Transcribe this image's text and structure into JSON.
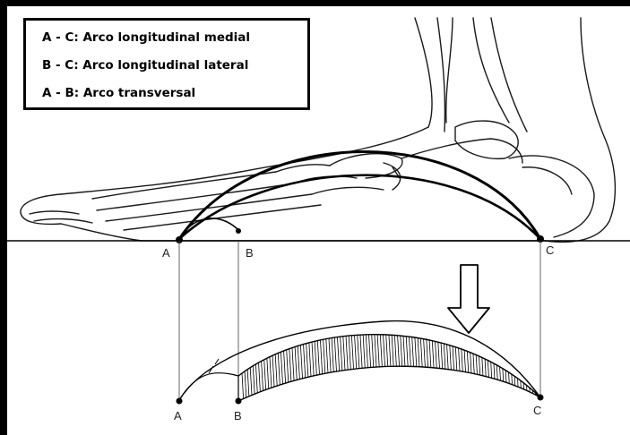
{
  "legend": {
    "items": [
      "A - C: Arco longitudinal medial",
      "B - C: Arco longitudinal lateral",
      "A - B: Arco transversal"
    ]
  },
  "points": {
    "top": {
      "a": "A",
      "b": "B",
      "c": "C"
    },
    "bottom": {
      "a": "A",
      "b": "B",
      "c": "C"
    }
  },
  "colors": {
    "ink": "#000000",
    "paper": "#ffffff",
    "frame": "#000000"
  },
  "icons": {
    "arrow": "down-arrow-icon"
  }
}
